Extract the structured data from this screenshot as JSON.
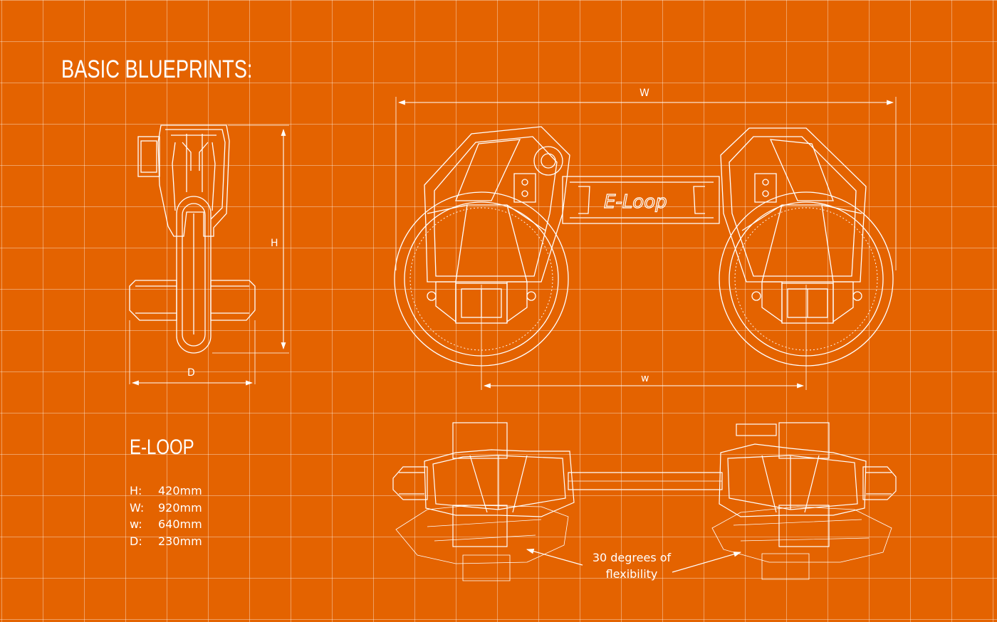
{
  "page": {
    "title": "BASIC BLUEPRINTS:",
    "background_color": "#e46300",
    "line_color": "#ffffff"
  },
  "dimension_labels": {
    "height": "H",
    "depth": "D",
    "width_total": "W",
    "width_wheels": "w"
  },
  "product": {
    "name": "E-LOOP",
    "board_logo": "E-Loop",
    "specs": [
      {
        "key": "H:",
        "value": "420mm"
      },
      {
        "key": "W:",
        "value": "920mm"
      },
      {
        "key": "w:",
        "value": "640mm"
      },
      {
        "key": "D:",
        "value": "230mm"
      }
    ]
  },
  "callout": {
    "line1": "30 degrees of",
    "line2": "flexibility"
  }
}
